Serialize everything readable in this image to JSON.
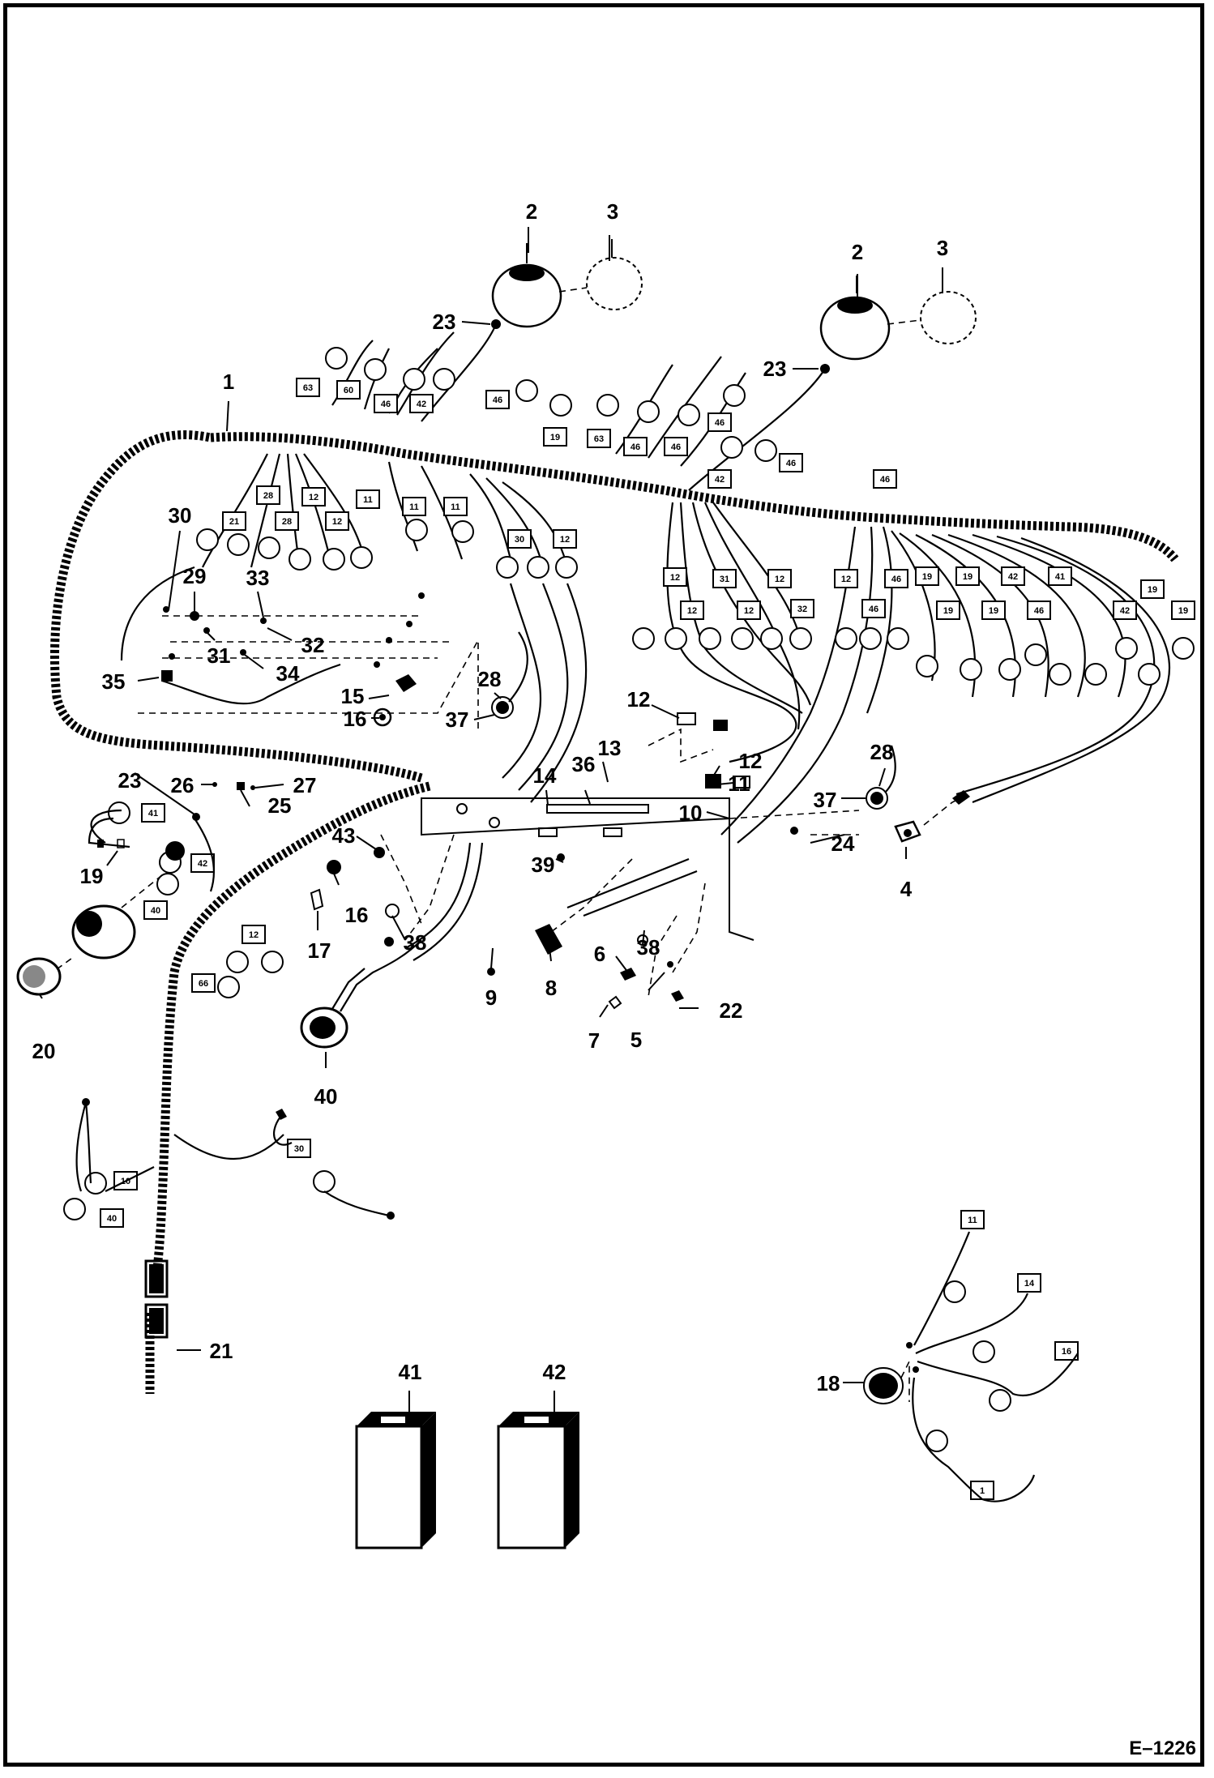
{
  "figure_code": "E–1226",
  "callouts": [
    {
      "id": "c2a",
      "label": "2"
    },
    {
      "id": "c3a",
      "label": "3"
    },
    {
      "id": "c2b",
      "label": "2"
    },
    {
      "id": "c3b",
      "label": "3"
    },
    {
      "id": "c23a",
      "label": "23"
    },
    {
      "id": "c23b",
      "label": "23"
    },
    {
      "id": "c1",
      "label": "1"
    },
    {
      "id": "c30",
      "label": "30"
    },
    {
      "id": "c29",
      "label": "29"
    },
    {
      "id": "c33",
      "label": "33"
    },
    {
      "id": "c31",
      "label": "31"
    },
    {
      "id": "c32",
      "label": "32"
    },
    {
      "id": "c34",
      "label": "34"
    },
    {
      "id": "c35",
      "label": "35"
    },
    {
      "id": "c15",
      "label": "15"
    },
    {
      "id": "c16a",
      "label": "16"
    },
    {
      "id": "c28a",
      "label": "28"
    },
    {
      "id": "c37a",
      "label": "37"
    },
    {
      "id": "c12a",
      "label": "12"
    },
    {
      "id": "c13",
      "label": "13"
    },
    {
      "id": "c14",
      "label": "14"
    },
    {
      "id": "c36",
      "label": "36"
    },
    {
      "id": "c12b",
      "label": "12"
    },
    {
      "id": "c11",
      "label": "11"
    },
    {
      "id": "c10",
      "label": "10"
    },
    {
      "id": "c28b",
      "label": "28"
    },
    {
      "id": "c37b",
      "label": "37"
    },
    {
      "id": "c24",
      "label": "24"
    },
    {
      "id": "c4",
      "label": "4"
    },
    {
      "id": "c23c",
      "label": "23"
    },
    {
      "id": "c26",
      "label": "26"
    },
    {
      "id": "c27",
      "label": "27"
    },
    {
      "id": "c25",
      "label": "25"
    },
    {
      "id": "c43",
      "label": "43"
    },
    {
      "id": "c39",
      "label": "39"
    },
    {
      "id": "c19",
      "label": "19"
    },
    {
      "id": "c16b",
      "label": "16"
    },
    {
      "id": "c17",
      "label": "17"
    },
    {
      "id": "c38a",
      "label": "38"
    },
    {
      "id": "c38b",
      "label": "38"
    },
    {
      "id": "c6",
      "label": "6"
    },
    {
      "id": "c9",
      "label": "9"
    },
    {
      "id": "c8",
      "label": "8"
    },
    {
      "id": "c7",
      "label": "7"
    },
    {
      "id": "c5",
      "label": "5"
    },
    {
      "id": "c22",
      "label": "22"
    },
    {
      "id": "c20",
      "label": "20"
    },
    {
      "id": "c40",
      "label": "40"
    },
    {
      "id": "c21",
      "label": "21"
    },
    {
      "id": "c41",
      "label": "41"
    },
    {
      "id": "c42",
      "label": "42"
    },
    {
      "id": "c18",
      "label": "18"
    }
  ],
  "wire_tags": {
    "top_left": [
      "63",
      "60",
      "46",
      "42",
      "46"
    ],
    "top_mid": [
      "19",
      "63",
      "46",
      "46",
      "46",
      "42",
      "46",
      "46"
    ],
    "left_group": [
      "21",
      "28",
      "28",
      "12",
      "12",
      "11",
      "11",
      "11",
      "30",
      "12"
    ],
    "right_group": [
      "12",
      "12",
      "31",
      "12",
      "12",
      "32",
      "12",
      "46",
      "46",
      "19",
      "19",
      "19",
      "19",
      "42",
      "46",
      "41",
      "42",
      "19",
      "19"
    ],
    "lower_left": [
      "41",
      "42",
      "40",
      "12",
      "66"
    ],
    "bottom_left": [
      "10",
      "40",
      "30"
    ],
    "switch": [
      "11",
      "14",
      "16",
      "1"
    ]
  }
}
